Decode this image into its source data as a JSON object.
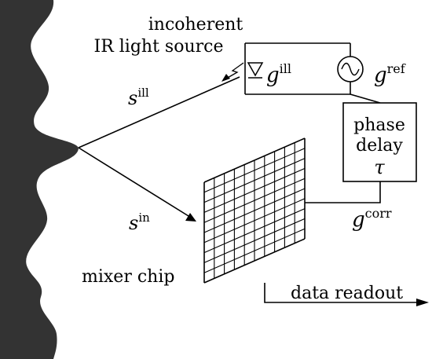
{
  "labels": {
    "source_line1": "incoherent",
    "source_line2": "IR light source",
    "s_ill_base": "s",
    "s_ill_sup": "ill",
    "g_ill_base": "g",
    "g_ill_sup": "ill",
    "g_ref_base": "g",
    "g_ref_sup": "ref",
    "phase_line1": "phase",
    "phase_line2": "delay",
    "tau": "τ",
    "s_in_base": "s",
    "s_in_sup": "in",
    "g_corr_base": "g",
    "g_corr_sup": "corr",
    "mixer": "mixer chip",
    "readout": "data readout"
  },
  "colors": {
    "object_fill": "#333333",
    "line": "#000000"
  },
  "grid": {
    "rows": 10,
    "cols": 10
  }
}
